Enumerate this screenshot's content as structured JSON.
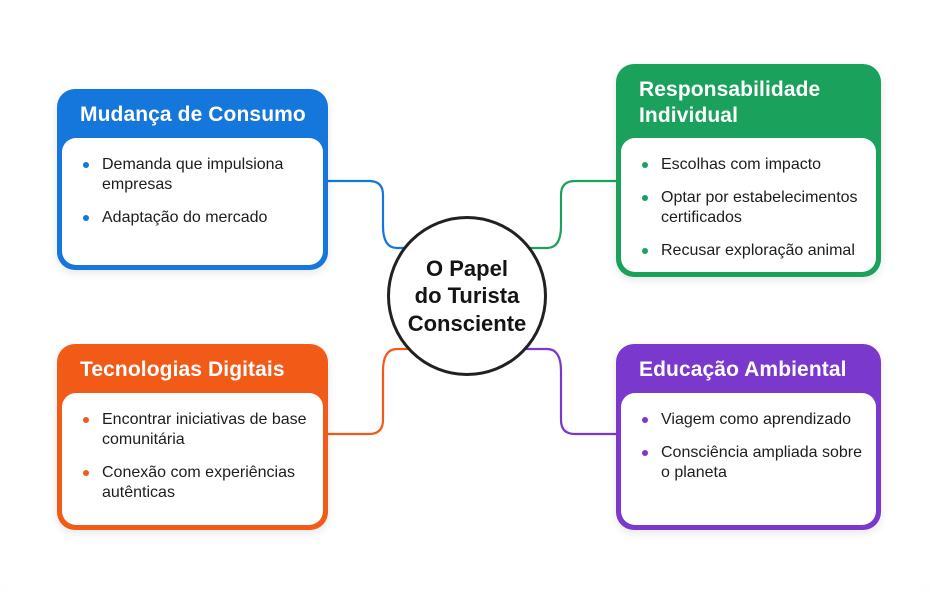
{
  "hub": {
    "lines": [
      "O Papel",
      "do Turista",
      "Consciente"
    ],
    "border_color": "#212121"
  },
  "nodes": [
    {
      "id": "mudanca-de-consumo",
      "title": "Mudança de Consumo",
      "color": "#1576DB",
      "bullets": [
        "Demanda que impulsiona empresas",
        "Adaptação do mercado"
      ]
    },
    {
      "id": "responsabilidade-individual",
      "title": "Responsabilidade Individual",
      "color": "#1AA25C",
      "bullets": [
        "Escolhas com impacto",
        "Optar por estabelecimentos certificados",
        "Recusar exploração animal"
      ]
    },
    {
      "id": "tecnologias-digitais",
      "title": "Tecnologias Digitais",
      "color": "#F25A17",
      "bullets": [
        "Encontrar iniciativas de base comunitária",
        "Conexão com experiências autênticas"
      ]
    },
    {
      "id": "educacao-ambiental",
      "title": "Educação Ambiental",
      "color": "#7B38CC",
      "bullets": [
        "Viagem como aprendizado",
        "Consciência ampliada sobre o planeta"
      ]
    }
  ]
}
